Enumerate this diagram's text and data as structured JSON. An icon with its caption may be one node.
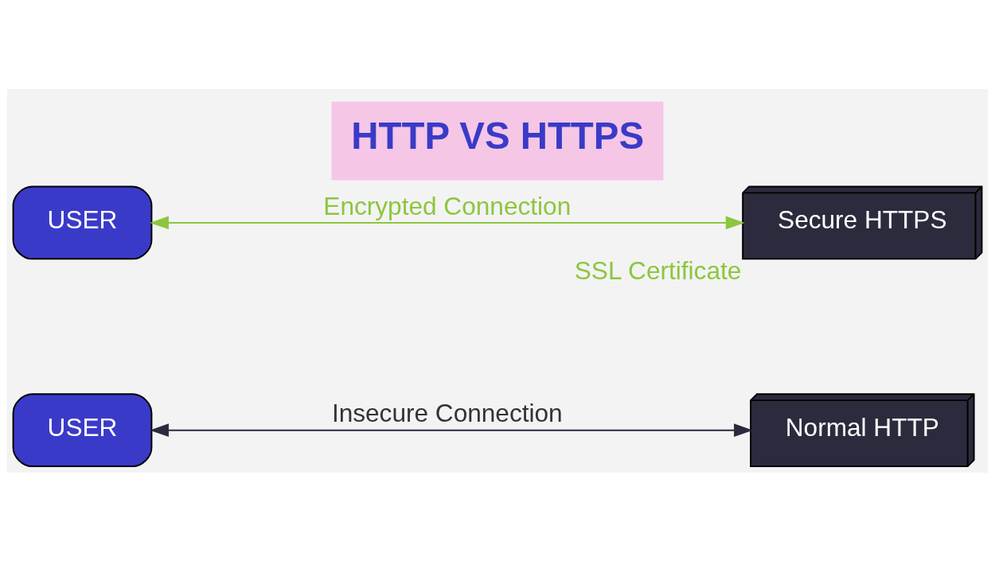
{
  "diagram": {
    "title": "HTTP VS HTTPS",
    "nodes": [
      {
        "text": [
          "USER"
        ]
      },
      {
        "text": [
          "Normal HTTP"
        ]
      },
      {
        "text": [
          "USER"
        ]
      },
      {
        "text": [
          "Secure HTTPS"
        ],
        "beside": [
          "SSL Certificate"
        ]
      }
    ],
    "edges": [
      {
        "from": 0,
        "to": 1,
        "arrow": "both",
        "label": "Insecure Connection"
      },
      {
        "from": 2,
        "to": 3,
        "arrow": "both",
        "label": "Encrypted Connection",
        "color": "#8dc63f"
      }
    ]
  }
}
